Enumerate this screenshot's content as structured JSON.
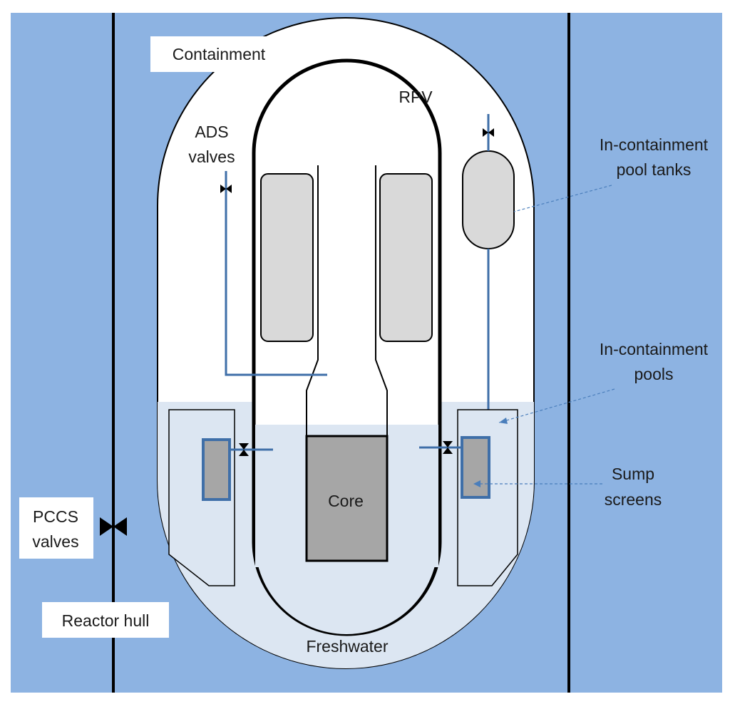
{
  "labels": {
    "containment": "Containment",
    "rpv": "RPV",
    "ads_line1": "ADS",
    "ads_line2": "valves",
    "pool_tanks_line1": "In-containment",
    "pool_tanks_line2": "pool tanks",
    "pools_line1": "In-containment",
    "pools_line2": "pools",
    "sump_line1": "Sump",
    "sump_line2": "screens",
    "pccs_line1": "PCCS",
    "pccs_line2": "valves",
    "reactor_hull": "Reactor hull",
    "core": "Core",
    "freshwater": "Freshwater"
  },
  "colors": {
    "sea": "#8db3e2",
    "pool_water": "#dce6f2",
    "component_gray": "#d9d9d9",
    "core_gray": "#a6a6a6",
    "pipe_blue": "#3f6fa8",
    "outline": "#000000"
  }
}
